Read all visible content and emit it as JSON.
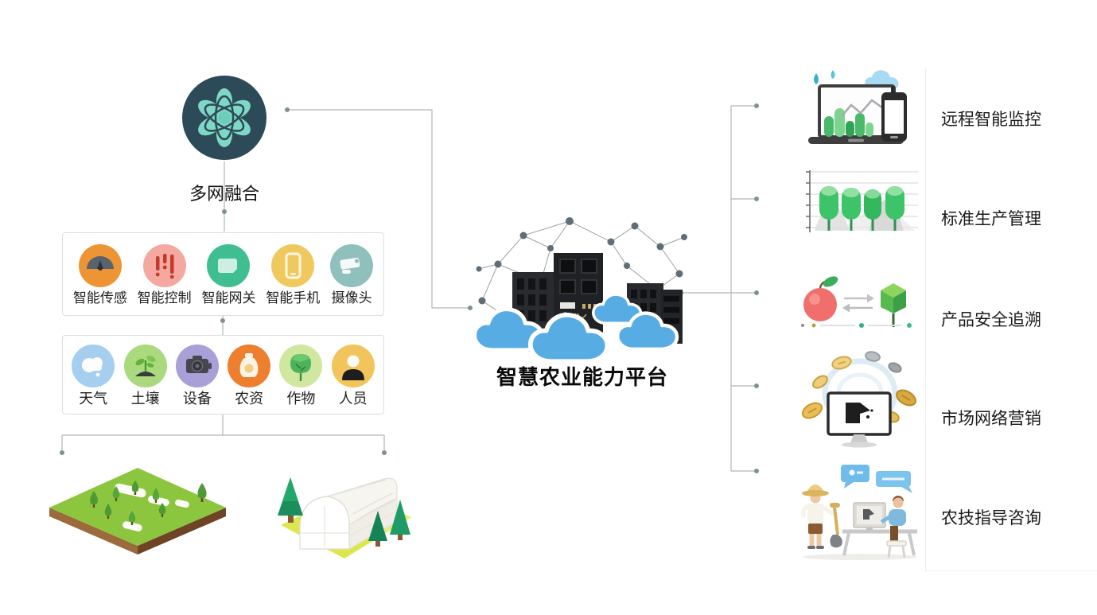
{
  "fusion_node": {
    "label": "多网融合",
    "icon": "atom-flower-icon"
  },
  "device_box": {
    "items": [
      {
        "label": "智能传感",
        "icon": "gauge-icon",
        "color": "#ED9434"
      },
      {
        "label": "智能控制",
        "icon": "sliders-icon",
        "color": "#F5A8A0"
      },
      {
        "label": "智能网关",
        "icon": "sim-card-icon",
        "color": "#3FBE92"
      },
      {
        "label": "智能手机",
        "icon": "smartphone-icon",
        "color": "#F0C95E"
      },
      {
        "label": "摄像头",
        "icon": "cctv-camera-icon",
        "color": "#8FC0BC"
      }
    ]
  },
  "data_box": {
    "items": [
      {
        "label": "天气",
        "icon": "weather-cloud-icon",
        "color": "#A5CEEF"
      },
      {
        "label": "土壤",
        "icon": "soil-sprout-icon",
        "color": "#ABDA7E"
      },
      {
        "label": "设备",
        "icon": "equipment-camera-icon",
        "color": "#A8A0D6"
      },
      {
        "label": "农资",
        "icon": "supplies-bag-icon",
        "color": "#EE7F2F"
      },
      {
        "label": "作物",
        "icon": "crop-tree-icon",
        "color": "#CFE79F"
      },
      {
        "label": "人员",
        "icon": "person-icon",
        "color": "#F2C55C"
      }
    ]
  },
  "scene": {
    "field": "farm-field-illustration",
    "greenhouse": "greenhouse-illustration"
  },
  "platform": {
    "label": "智慧农业能力平台",
    "icon": "cloud-buildings-illustration"
  },
  "services": [
    {
      "label": "远程智能监控",
      "icon": "remote-monitoring-illustration"
    },
    {
      "label": "标准生产管理",
      "icon": "production-management-illustration"
    },
    {
      "label": "产品安全追溯",
      "icon": "traceability-illustration"
    },
    {
      "label": "市场网络营销",
      "icon": "online-marketing-illustration"
    },
    {
      "label": "农技指导咨询",
      "icon": "consulting-illustration"
    }
  ],
  "colors": {
    "connector_line": "#AFB6B4",
    "connector_dot": "#7E948B",
    "cloud_blue": "#58ACE4",
    "building_dark": "#232428",
    "fusion_circle": "#2C4A57",
    "fusion_petal": "#7FD8C6"
  }
}
